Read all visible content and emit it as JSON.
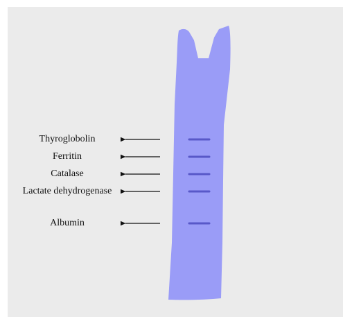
{
  "colors": {
    "background": "#ebebeb",
    "gel": "#9a9cf7",
    "band": "#5858c8",
    "arrow": "#111111"
  },
  "bands": [
    {
      "protein": "Thyroglobolin"
    },
    {
      "protein": "Ferritin"
    },
    {
      "protein": "Catalase"
    },
    {
      "protein": "Lactate dehydrogenase"
    },
    {
      "protein": "Albumin"
    }
  ]
}
